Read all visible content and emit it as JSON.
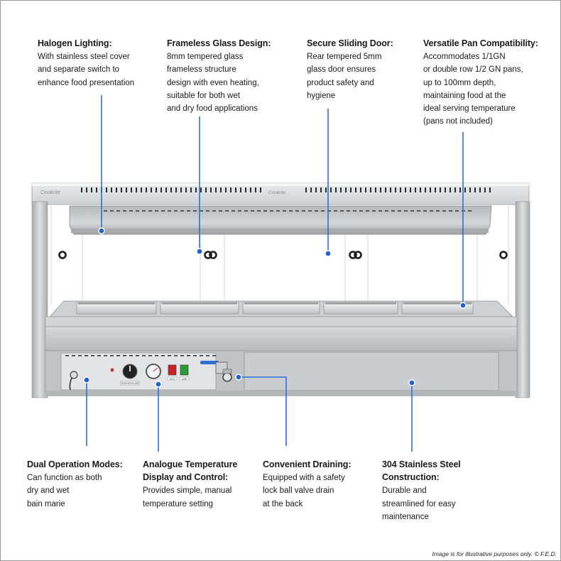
{
  "callouts": {
    "halogen": {
      "title": "Halogen Lighting:",
      "lines": [
        "With stainless steel cover",
        "and separate switch to",
        "enhance food presentation"
      ]
    },
    "glass": {
      "title": "Frameless Glass Design:",
      "lines": [
        "8mm tempered glass",
        "frameless structure",
        "design with even heating,",
        "suitable for both wet",
        "and dry food applications"
      ]
    },
    "door": {
      "title": "Secure Sliding Door:",
      "lines": [
        "Rear tempered 5mm",
        "glass door ensures",
        "product safety and",
        "hygiene"
      ]
    },
    "pan": {
      "title": "Versatile Pan Compatibility:",
      "lines": [
        "Accommodates 1/1GN",
        "or double row 1/2 GN pans,",
        "up to 100mm depth,",
        "maintaining food at the",
        "ideal serving temperature",
        "(pans not included)"
      ]
    },
    "dual": {
      "title": "Dual Operation Modes:",
      "lines": [
        "Can function as both",
        "dry and wet",
        "bain marie"
      ]
    },
    "temp": {
      "title": "Analogue Temperature Display and Control:",
      "title_lines": [
        "Analogue Temperature",
        "Display and Control:"
      ],
      "lines": [
        "Provides simple, manual",
        "temperature setting"
      ]
    },
    "drain": {
      "title": "Convenient Draining:",
      "lines": [
        "Equipped with a safety",
        "lock ball valve drain",
        "at the back"
      ]
    },
    "steel": {
      "title": "304 Stainless Steel Construction:",
      "title_lines": [
        "304 Stainless Steel",
        "Construction:"
      ],
      "lines": [
        "Durable and",
        "streamlined for easy",
        "maintenance"
      ]
    }
  },
  "product": {
    "brand_marks": [
      "Cookrite",
      "Cookrite"
    ],
    "panel_labels": [
      "TEMPERATURE",
      "BAIN",
      "LAMP"
    ]
  },
  "footnote": "Image is for illustrative purposes only. © F.E.D.",
  "colors": {
    "accent": "#1f63d2",
    "steel": "#c9cbcd",
    "text": "#1a1a1a"
  }
}
